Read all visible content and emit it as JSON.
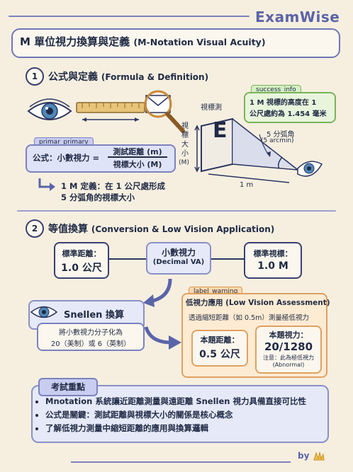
{
  "brand": {
    "logo": "ExamWise",
    "credit": "by"
  },
  "title": {
    "main": "M 單位視力換算與定義",
    "sub": "(M-Notation Visual Acuity)"
  },
  "section1": {
    "number": "1",
    "title": "公式與定義",
    "title_en": "(Formula & Definition)",
    "tag_primary": "primar_primary",
    "formula_label": "公式：小數視力 =",
    "numerator": "測試距離 (m)",
    "denominator": "視標大小 (M)",
    "definition_line1": "1 M 定義：在 1 公尺處形成",
    "definition_line2": "5 分弧角的視標大小",
    "tag_success": "success_info",
    "success_line1": "1 M 視標的高度在 1",
    "success_line2": "公尺處約為 1.454 毫米",
    "label_optotype": "視標測",
    "label_size": "視標大小(M)",
    "size_chars": [
      "視",
      "標",
      "大",
      "小",
      "(M)"
    ],
    "letter": "E",
    "angle_label": "5 分弧角",
    "angle_label_en": "(5 arcmin)",
    "distance_label": "1 m"
  },
  "section2": {
    "number": "2",
    "title": "等值換算",
    "title_en": "(Conversion & Low Vision Application)",
    "std_distance_label": "標準距離：",
    "std_distance_value": "1.0 公尺",
    "decimal_label": "小數視力",
    "decimal_label_en": "(Decimal VA)",
    "std_optotype_label": "標準視標：",
    "std_optotype_value": "1.0 M",
    "snellen_title": "Snellen 換算",
    "snellen_line1": "將小數視力分子化為",
    "snellen_line2": "20（美制）或 6（英制）",
    "tag_warning": "label_warning",
    "lowvision_title": "低視力應用 (Low Vision Assessment)",
    "lowvision_desc": "透過縮短距離（如 0.5m）測量極低視力",
    "case_distance_label": "本題距離：",
    "case_distance_value": "0.5 公尺",
    "case_va_label": "本題視力：",
    "case_va_value": "20/1280",
    "case_va_note1": "注意：此為極低視力",
    "case_va_note2": "(Abnormal)"
  },
  "key_points": {
    "title": "考試重點",
    "items": [
      "Mnotation 系統讓近距離測量與遠距離 Snellen 視力具備直接可比性",
      "公式是關鍵：測試距離與視標大小的關係是核心概念",
      "了解低視力測量中縮短距離的應用與換算邏輯"
    ]
  },
  "colors": {
    "accent": "#6f76b6",
    "primary_box": "#dfe3f7",
    "success_box": "#e8f5dc",
    "warning_box": "#fdebd3",
    "background": "#f6efe0"
  }
}
